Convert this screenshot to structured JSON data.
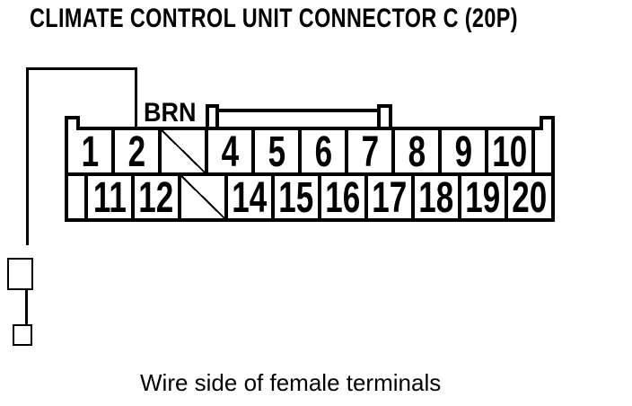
{
  "title": "CLIMATE CONTROL UNIT CONNECTOR C (20P)",
  "caption": "Wire side of female terminals",
  "wire": {
    "color_label": "BRN"
  },
  "connector": {
    "top_row": [
      {
        "label": "1",
        "slashed": false
      },
      {
        "label": "2",
        "slashed": false
      },
      {
        "label": "",
        "slashed": true
      },
      {
        "label": "4",
        "slashed": false
      },
      {
        "label": "5",
        "slashed": false
      },
      {
        "label": "6",
        "slashed": false
      },
      {
        "label": "7",
        "slashed": false
      },
      {
        "label": "8",
        "slashed": false
      },
      {
        "label": "9",
        "slashed": false
      },
      {
        "label": "10",
        "slashed": false
      }
    ],
    "bottom_row": [
      {
        "label": "11",
        "slashed": false
      },
      {
        "label": "12",
        "slashed": false
      },
      {
        "label": "",
        "slashed": true
      },
      {
        "label": "14",
        "slashed": false
      },
      {
        "label": "15",
        "slashed": false
      },
      {
        "label": "16",
        "slashed": false
      },
      {
        "label": "17",
        "slashed": false
      },
      {
        "label": "18",
        "slashed": false
      },
      {
        "label": "19",
        "slashed": false
      },
      {
        "label": "20",
        "slashed": false
      }
    ]
  },
  "colors": {
    "ink": "#000000",
    "background": "#ffffff"
  }
}
